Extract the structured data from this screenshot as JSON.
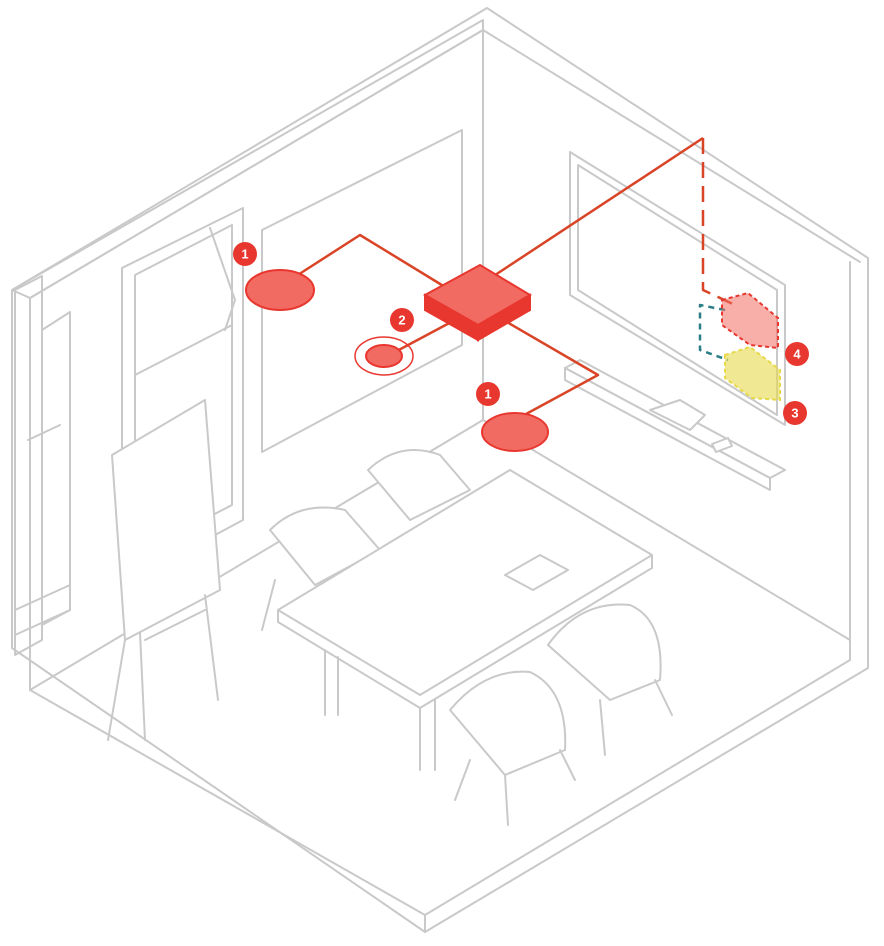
{
  "colors": {
    "accent": "#e8372e",
    "device_fill": "#f26b63",
    "wire": "#d94427",
    "yellow_device": "#e6d94a",
    "teal_dashed": "#2a7f86",
    "outline": "#c9c9c9"
  },
  "markers": [
    {
      "id": "marker-1-left",
      "label": "1"
    },
    {
      "id": "marker-2",
      "label": "2"
    },
    {
      "id": "marker-1-center",
      "label": "1"
    },
    {
      "id": "marker-4",
      "label": "4"
    },
    {
      "id": "marker-3",
      "label": "3"
    }
  ],
  "devices": {
    "hub_box": "central-hub-box",
    "ceiling_mic_left": "ceiling-microphone-1-left",
    "ceiling_speaker": "ceiling-speaker-2",
    "ceiling_mic_center": "ceiling-microphone-1-center",
    "wall_device_red": "wall-device-4",
    "wall_device_yellow": "wall-device-3"
  }
}
